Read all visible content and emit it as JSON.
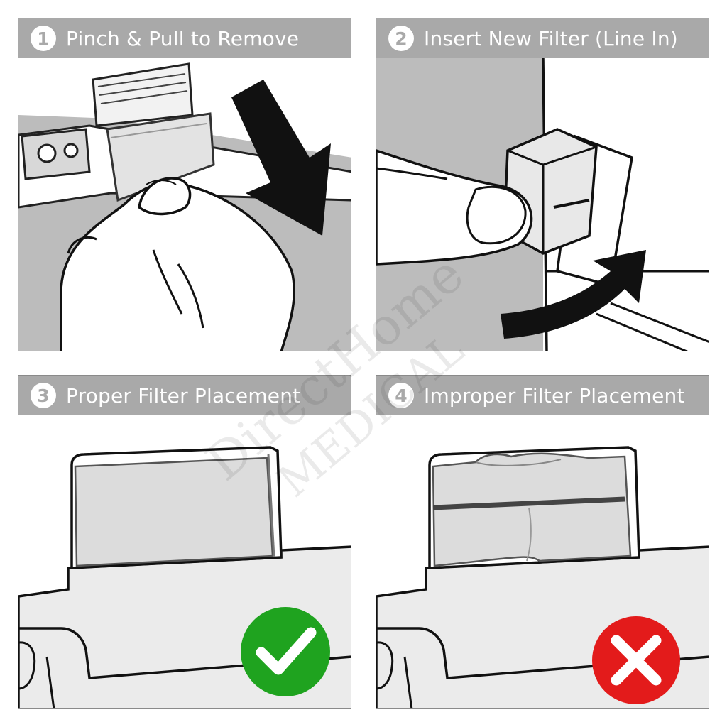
{
  "panels": [
    {
      "number": "1",
      "title": "Pinch & Pull to Remove"
    },
    {
      "number": "2",
      "title": "Insert New Filter (Line In)"
    },
    {
      "number": "3",
      "title": "Proper Filter Placement",
      "badge_icon": "checkmark-icon"
    },
    {
      "number": "4",
      "title": "Improper Filter Placement",
      "badge_icon": "x-mark-icon"
    }
  ],
  "colors": {
    "header_bar": "#a9a9a9",
    "correct_badge": "#1fa31f",
    "incorrect_badge": "#e31b1b",
    "device_fill": "#ebebeb",
    "filter_fill": "#dcdcdc"
  },
  "watermark": {
    "line1": "DirectHome",
    "line2": "MEDICAL"
  }
}
